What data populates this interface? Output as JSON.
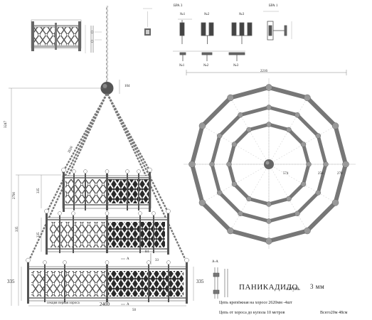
{
  "sconce_labels": {
    "bra3": "БРА 3",
    "n1_top": "№1",
    "n2_top": "№2",
    "n3_top": "№3",
    "bra1": "БРА 1",
    "n1_bottom": "№1",
    "n2_bottom": "№2",
    "n3_bottom": "№3"
  },
  "dimensions": {
    "top_span": "2216",
    "ball_offset": "104",
    "total_height": "3247",
    "height_2790": "2790",
    "chain_len": "2620",
    "tier_h1": "335",
    "tier_h2": "335",
    "tier_h3": "335",
    "width_bottom": "2400",
    "left_335": "335",
    "right_335": "335",
    "plan_574": "574",
    "plan_256": "256",
    "plan_278": "278",
    "a_label_1": "A",
    "a_label_2": "A",
    "aa_label": "A-A",
    "dim_84": "84",
    "dim_33": "33",
    "dim_50": "50"
  },
  "notes": {
    "title": "ПАНИКАДИЛО",
    "material": "латунь",
    "thickness": "3 мм",
    "section_caption": "секция первая хороса",
    "chain_note": "Цепь крепёжная на хоросе 2620мм  -4шт",
    "chain_dome": "Цепь от хороса до купола 10 метров",
    "total": "Всего20м 48см"
  }
}
